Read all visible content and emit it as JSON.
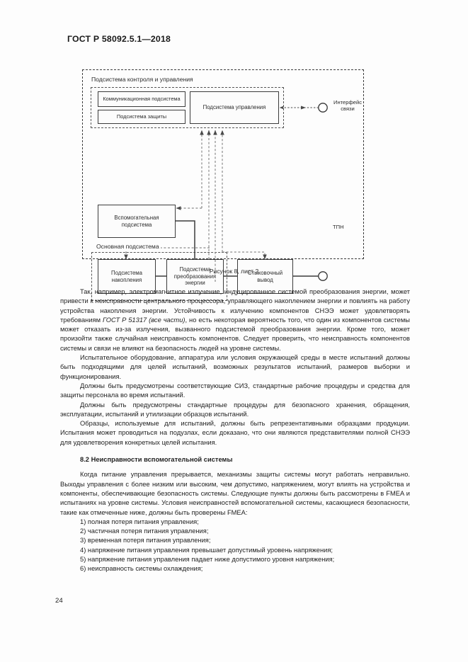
{
  "header": {
    "standard_id": "ГОСТ Р 58092.5.1—2018"
  },
  "figure": {
    "caption": "Рисунок 8, лист 2",
    "control_subsystem_title": "Подсистема контроля и управления",
    "main_subsystem_title": "Основная подсистема",
    "blocks": {
      "communication": "Коммуникационная подсистема",
      "protection": "Подсистема защиты",
      "control": "Подсистема управления",
      "auxiliary": "Вспомогательная\nподсистема",
      "auxiliary_l1": "Вспомогательная",
      "auxiliary_l2": "подсистема",
      "storage_l1": "Подсистема",
      "storage_l2": "накопления",
      "conversion_l1": "Подсистема",
      "conversion_l2": "преобразования",
      "conversion_l3": "энергии",
      "docking_l1": "Стыковочный",
      "docking_l2": "вывод"
    },
    "terminals": {
      "interface_l1": "Интерфейс",
      "interface_l2": "связи",
      "tpn": "ТПН"
    }
  },
  "body": {
    "p1_a": "Так, например, электромагнитное излучение, индуцированное системой преобразования энергии, может привести к неисправности центрального процессора, управляющего накоплением энергии и по­влиять на работу устройства накопления энергии. Устойчивость к излучению компонентов СНЭЭ может удовлетворять требованиям ",
    "p1_italic": "ГОСТ Р 51317 (все части)",
    "p1_b": ", но есть некоторая вероятность того, что один из компонентов системы может отказать из-за излучения, вызванного подсистемой преобразования энергии. Кроме того, может произойти также случайная неисправность компонентов. Следует прове­рить, что неисправность компонентов системы и связи не влияют на безопасность людей на уровне системы.",
    "p2": "Испытательное оборудование, аппаратура или условия окружающей среды в месте испытаний должны быть подходящими для целей испытаний, возможных результатов испытаний, размеров вы­борки и функционирования.",
    "p3": "Должны быть предусмотрены соответствующие СИЗ, стандартные рабочие процедуры и средства для защиты персонала во время испытаний.",
    "p4": "Должны быть предусмотрены стандартные процедуры для безопасного хранения, обращения, эксплуатации, испытаний и утилизации образцов испытаний.",
    "p5": "Образцы, используемые для испытаний, должны быть репрезентативными образцами продукции. Испытания может проводиться на подузлах, если доказано, что они являются представителями полной СНЭЭ для удовлетворения конкретных целей испытания.",
    "section_8_2": "8.2 Неисправности вспомогательной системы",
    "p6": "Когда питание управления прерывается, механизмы защиты системы могут работать неправиль­но. Выходы управления с более низким или высоким, чем допустимо, напряжением, могут влиять на устройства и компоненты, обеспечивающие безопасность системы. Следующие пункты должны быть рассмотрены в FMEA и испытаниях на уровне системы. Условия неисправностей вспомогательной си­стемы, касающиеся безопасности, такие как отмеченные ниже, должны быть проверены FMEA:",
    "list": [
      "1) полная потеря питания управления;",
      "2) частичная потеря питания управления;",
      "3) временная потеря питания управления;",
      "4) напряжение питания управления превышает допустимый уровень напряжения;",
      "5) напряжение питания управления падает ниже допустимого уровня напряжения;",
      "6) неисправность системы охлаждения;"
    ]
  },
  "footer": {
    "page_number": "24"
  }
}
